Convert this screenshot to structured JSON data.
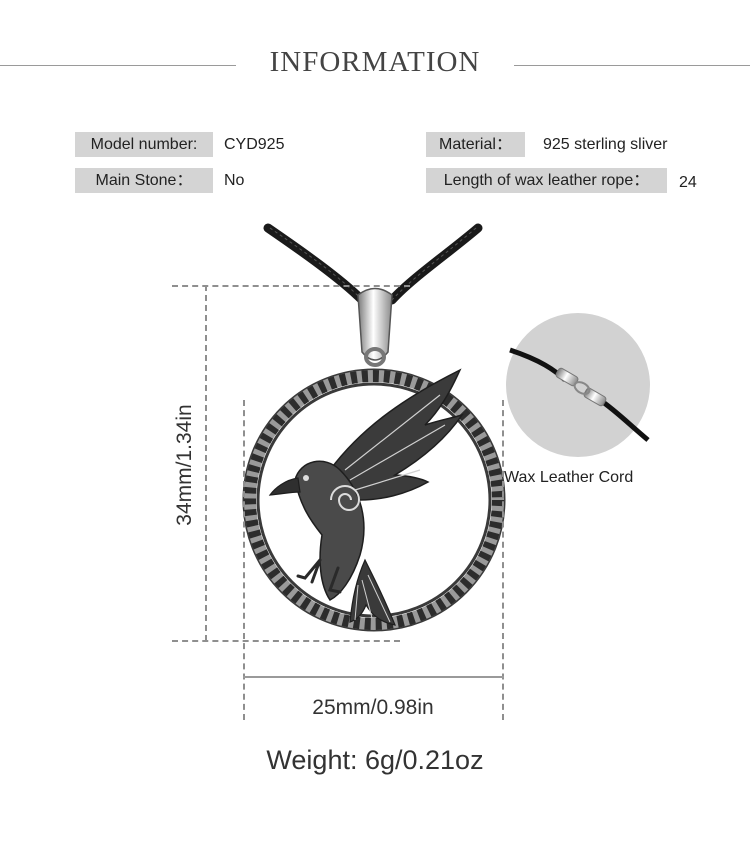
{
  "header": {
    "title": "INFORMATION"
  },
  "specs": {
    "model_label": "Model number:",
    "model_value": "CYD925",
    "material_label": "Material：",
    "material_value": "925 sterling sliver",
    "stone_label": "Main Stone：",
    "stone_value": "No",
    "rope_label": "Length of wax leather rope：",
    "rope_value": "24"
  },
  "dimensions": {
    "height": "34mm/1.34in",
    "width": "25mm/0.98in"
  },
  "cord_caption": "Wax Leather Cord",
  "weight": "Weight: 6g/0.21oz",
  "colors": {
    "label_bg": "#d4d4d4",
    "silver": "#c9c9c9",
    "dark_metal": "#2a2a2a",
    "cord": "#1a1a1a"
  }
}
